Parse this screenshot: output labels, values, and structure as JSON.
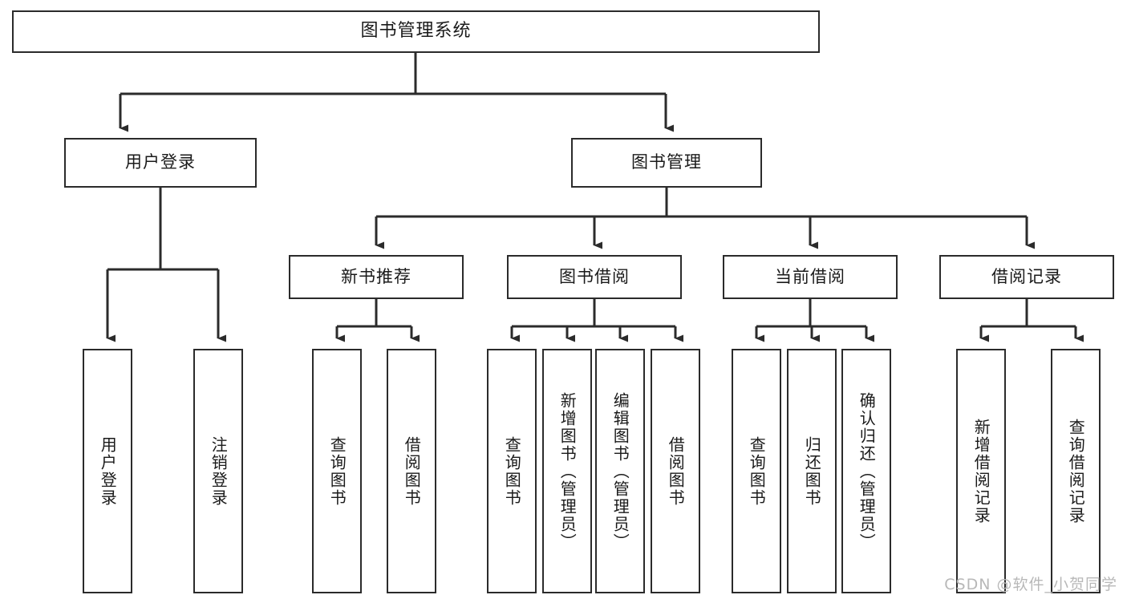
{
  "diagram": {
    "title": "图书管理系统",
    "type": "功能结构图",
    "watermark": "CSDN @软件_小贺同学",
    "colors": {
      "box_border": "#2b2b2b",
      "box_fill": "#ffffff",
      "connector": "#2b2b2b",
      "text": "#1a1a1a",
      "watermark": "#b8b8b8"
    },
    "root": {
      "label": "图书管理系统"
    },
    "level1": [
      {
        "label": "用户登录"
      },
      {
        "label": "图书管理"
      }
    ],
    "level2": [
      {
        "label": "新书推荐"
      },
      {
        "label": "图书借阅"
      },
      {
        "label": "当前借阅"
      },
      {
        "label": "借阅记录"
      }
    ],
    "leaves": {
      "user_login": [
        {
          "label": "用户登录"
        },
        {
          "label": "注销登录"
        }
      ],
      "new_book": [
        {
          "label": "查询图书"
        },
        {
          "label": "借阅图书"
        }
      ],
      "book_borrow": [
        {
          "label": "查询图书"
        },
        {
          "label": "新增图书（管理员）"
        },
        {
          "label": "编辑图书（管理员）"
        },
        {
          "label": "借阅图书"
        }
      ],
      "current_borrow": [
        {
          "label": "查询图书"
        },
        {
          "label": "归还图书"
        },
        {
          "label": "确认归还（管理员）"
        }
      ],
      "borrow_record": [
        {
          "label": "新增借阅记录"
        },
        {
          "label": "查询借阅记录"
        }
      ]
    }
  }
}
